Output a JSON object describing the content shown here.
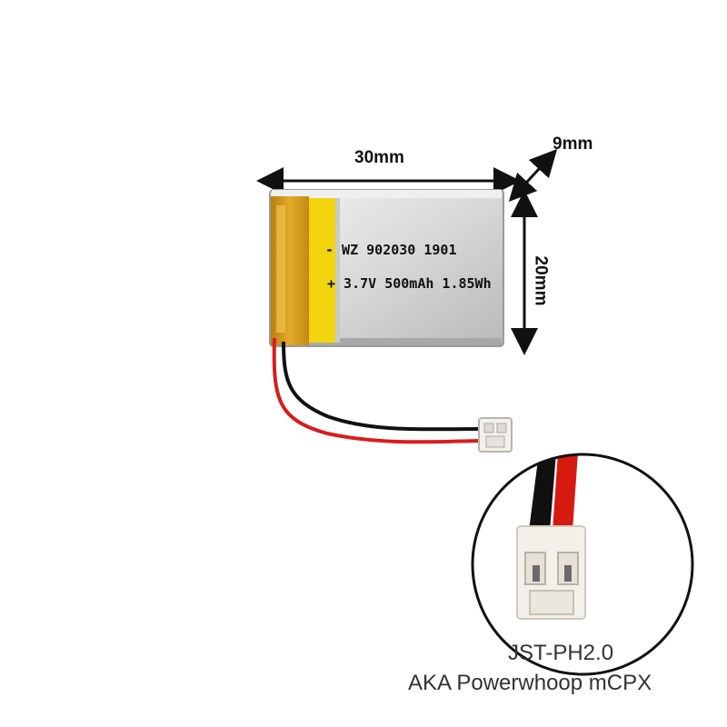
{
  "dimensions": {
    "width": "30mm",
    "height": "20mm",
    "depth": "9mm"
  },
  "battery_label": {
    "line1": "- WZ 902030 1901",
    "line2": "+ 3.7V 500mAh 1.85Wh"
  },
  "caption": {
    "line1": "JST-PH2.0",
    "line2": "AKA Powerwhoop mCPX"
  },
  "colors": {
    "battery_body": "#dcdcdc",
    "kapton_tape": "#d9a11c",
    "yellow_stripe": "#f2d40c",
    "wire_red": "#d91c1c",
    "wire_black": "#111111",
    "connector": "#f3f1ec"
  }
}
